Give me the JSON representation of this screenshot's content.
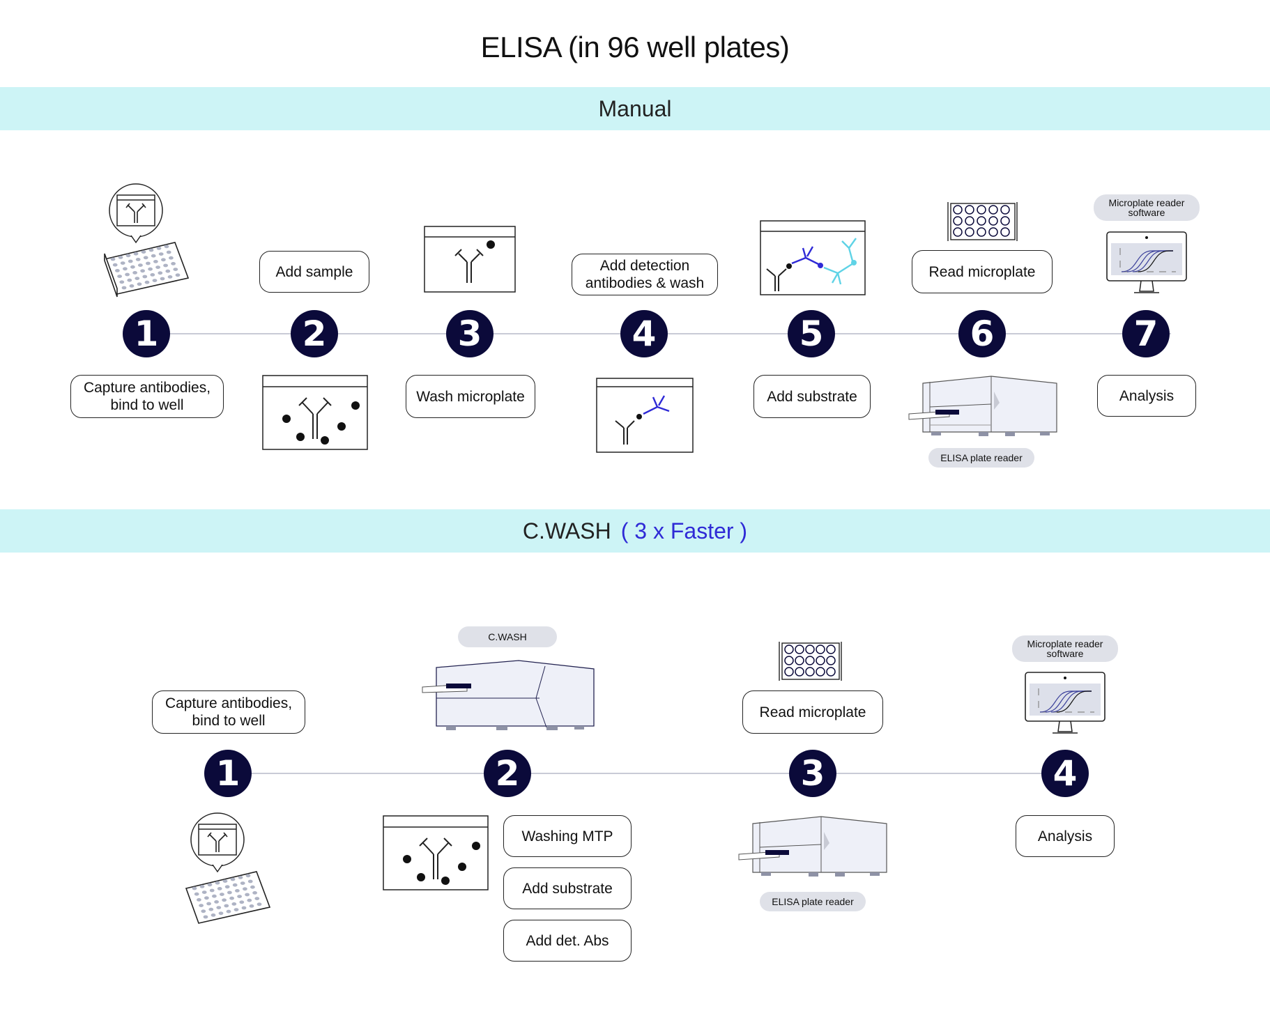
{
  "title": "ELISA (in 96 well plates)",
  "manual": {
    "heading": "Manual",
    "steps": [
      {
        "number": "1",
        "label": "Capture antibodies, bind to well"
      },
      {
        "number": "2",
        "label": "Add sample"
      },
      {
        "number": "3",
        "label": "Wash microplate"
      },
      {
        "number": "4",
        "label": "Add detection antibodies & wash"
      },
      {
        "number": "5",
        "label": "Add substrate"
      },
      {
        "number": "6",
        "label": "Read microplate",
        "device_label": "ELISA plate reader"
      },
      {
        "number": "7",
        "label": "Analysis",
        "software_label": "Microplate reader software"
      }
    ]
  },
  "cwash": {
    "heading": "C.WASH",
    "heading_accent": "( 3 x Faster )",
    "accent_color": "#2f2ad6",
    "steps": [
      {
        "number": "1",
        "label": "Capture antibodies, bind to well"
      },
      {
        "number": "2",
        "device_label": "C.WASH",
        "actions": [
          "Washing MTP",
          "Add substrate",
          "Add det. Abs"
        ]
      },
      {
        "number": "3",
        "label": "Read microplate",
        "device_label": "ELISA plate reader"
      },
      {
        "number": "4",
        "label": "Analysis",
        "software_label": "Microplate reader software"
      }
    ]
  },
  "colors": {
    "band": "#cdf4f6",
    "step_circle": "#0b0a3a",
    "detection_ab": "#2f2ad6",
    "secondary_ab": "#5fd3e6"
  }
}
